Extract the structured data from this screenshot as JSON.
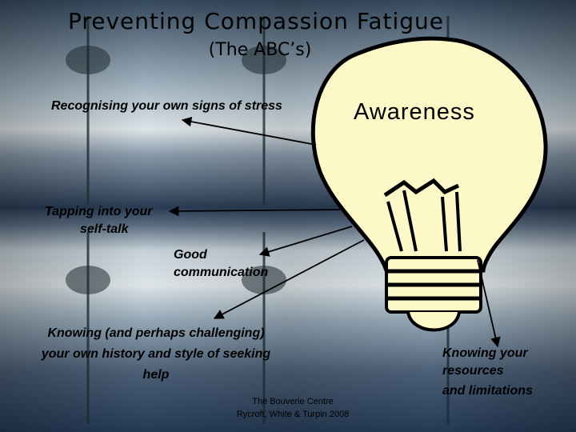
{
  "slide": {
    "title": "Preventing Compassion Fatigue",
    "subtitle": "(The ABC’s)",
    "bulb_word": "Awareness",
    "items": {
      "signs": "Recognising your own signs of stress",
      "selftalk_line1": "Tapping into your",
      "selftalk_line2": "self-talk",
      "comm_line1": "Good",
      "comm_line2": "communication",
      "history_line1": "Knowing (and perhaps challenging)",
      "history_line2": "your own history and style of seeking",
      "history_line3": "help",
      "resources_line1": "Knowing your",
      "resources_line2": "resources",
      "resources_line3": "and limitations"
    },
    "credit_line1": "The Bouverie Centre",
    "credit_line2": "Rycroft, White & Turpin 2008"
  },
  "colors": {
    "bulb_fill": "#fcf8c8",
    "sky_top": "#3a4c5e",
    "water": "#243a55"
  }
}
